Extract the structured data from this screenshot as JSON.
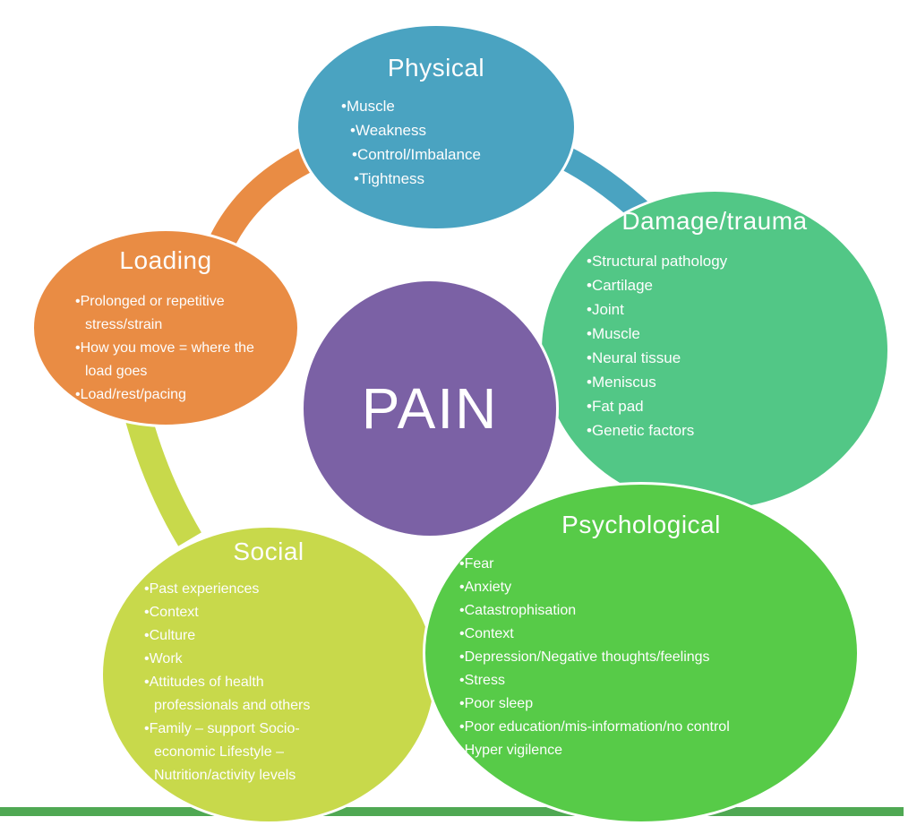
{
  "diagram": {
    "center": {
      "label": "PAIN",
      "color": "#7b61a5"
    },
    "bubbles": [
      {
        "id": "physical",
        "title": "Physical",
        "color": "#4aa3c1",
        "items": [
          "Muscle",
          "Weakness",
          "Control/Imbalance",
          "Tightness"
        ]
      },
      {
        "id": "damage-trauma",
        "title": "Damage/trauma",
        "color": "#52c786",
        "items": [
          "Structural pathology",
          "Cartilage",
          "Joint",
          "Muscle",
          "Neural tissue",
          "Meniscus",
          "Fat pad",
          "Genetic factors"
        ]
      },
      {
        "id": "loading",
        "title": "Loading",
        "color": "#e98c44",
        "items": [
          "Prolonged or repetitive stress/strain",
          "How you move = where the load goes",
          "Load/rest/pacing"
        ]
      },
      {
        "id": "social",
        "title": "Social",
        "color": "#c8d94b",
        "items": [
          "Past experiences",
          "Context",
          "Culture",
          "Work",
          "Attitudes of health professionals and others",
          "Family – support Socio-economic  Lifestyle – Nutrition/activity levels"
        ]
      },
      {
        "id": "psychological",
        "title": "Psychological",
        "color": "#57cb48",
        "items": [
          "Fear",
          "Anxiety",
          "Catastrophisation",
          "Context",
          "Depression/Negative thoughts/feelings",
          "Stress",
          "Poor sleep",
          "Poor education/mis-information/no control",
          "Hyper vigilence"
        ]
      }
    ],
    "connectors": [
      {
        "name": "loading-to-physical",
        "color": "#e98c44"
      },
      {
        "name": "physical-to-damage",
        "color": "#4aa3c1"
      },
      {
        "name": "damage-to-psychological",
        "color": "#52c786"
      },
      {
        "name": "loading-to-social",
        "color": "#c8d94b"
      }
    ],
    "footer_bar_color": "#4fa853",
    "text_color": "#ffffff"
  }
}
